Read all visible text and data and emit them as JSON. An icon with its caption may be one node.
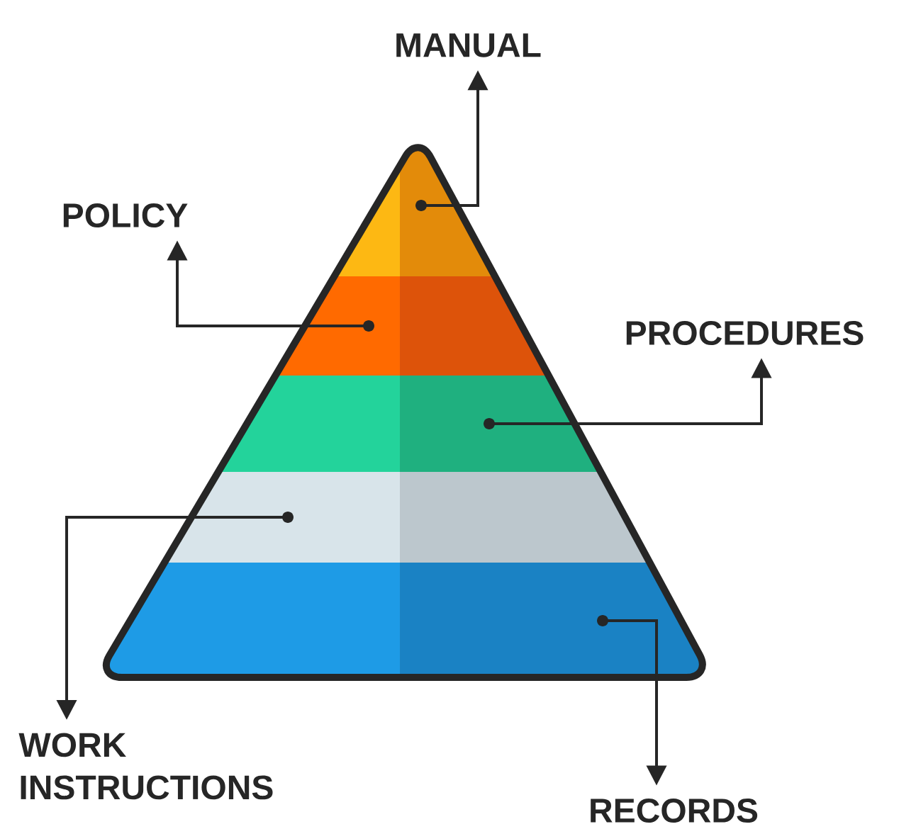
{
  "diagram": {
    "nodes": [
      {
        "text": [
          "MANUAL"
        ]
      },
      {
        "text": [
          "POLICY"
        ]
      },
      {
        "text": [
          "PROCEDURES"
        ]
      },
      {
        "text": [
          "WORK INSTRUCTIONS"
        ]
      },
      {
        "text": [
          "RECORDS"
        ]
      },
      {
        "text": [],
        "shape": "band"
      },
      {
        "text": [],
        "shape": "band"
      },
      {
        "text": [],
        "shape": "band"
      },
      {
        "text": [],
        "shape": "band"
      },
      {
        "text": [],
        "shape": "band"
      }
    ],
    "edges": [
      {
        "from": 5,
        "to": 0,
        "arrow": "to"
      },
      {
        "from": 6,
        "to": 1,
        "arrow": "to"
      },
      {
        "from": 7,
        "to": 2,
        "arrow": "to"
      },
      {
        "from": 8,
        "to": 3,
        "arrow": "to"
      },
      {
        "from": 9,
        "to": 4,
        "arrow": "to"
      }
    ]
  }
}
